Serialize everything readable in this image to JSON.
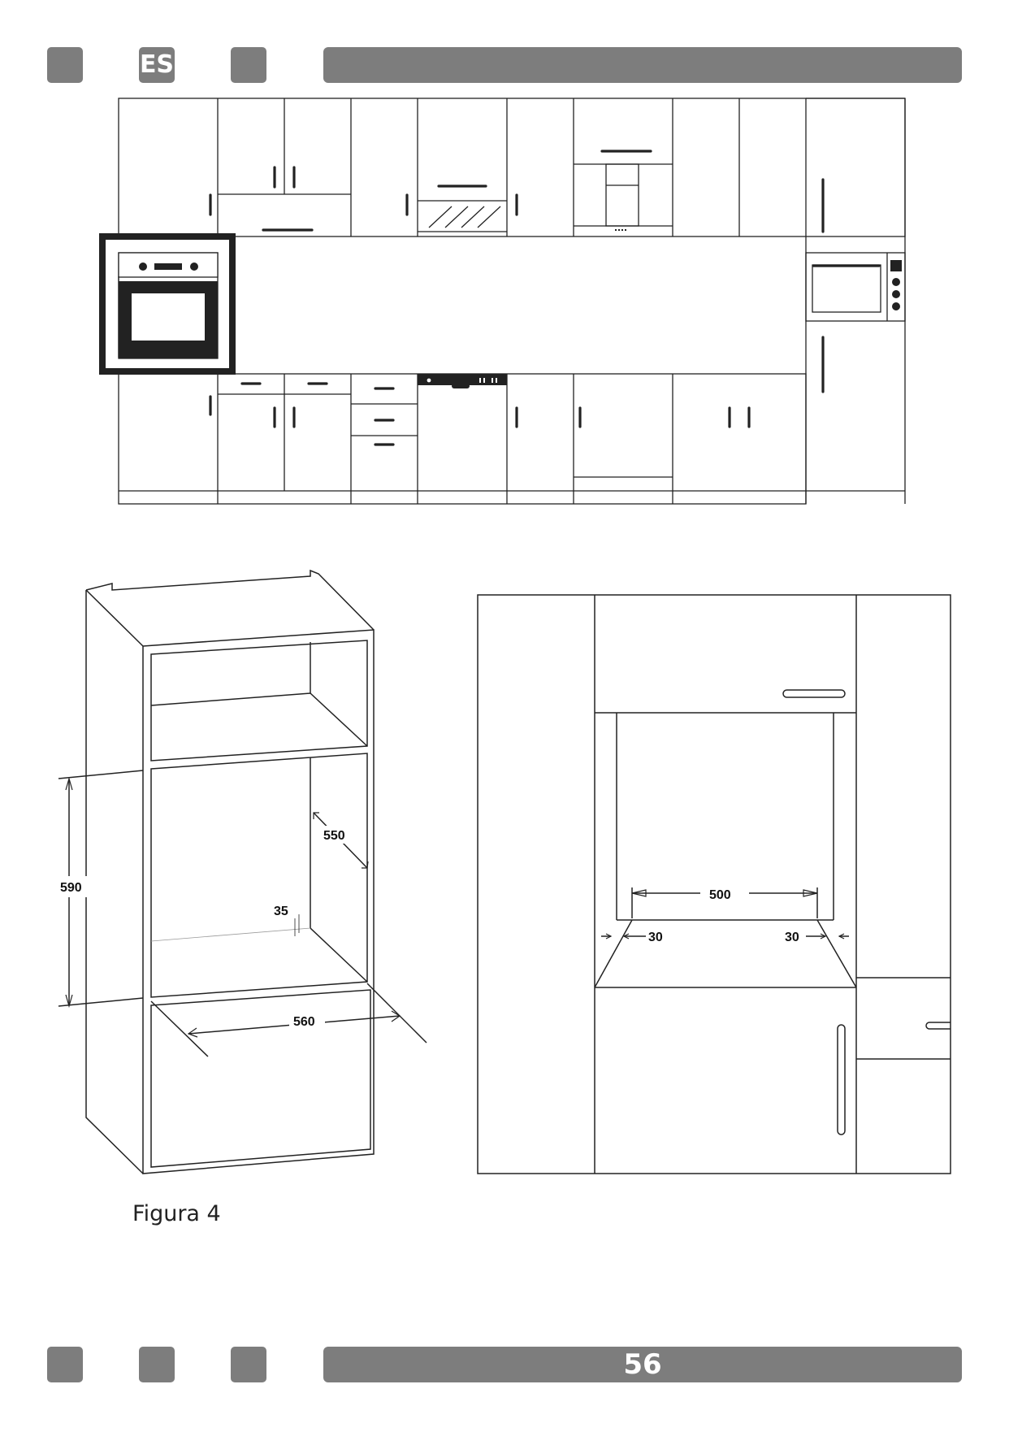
{
  "header": {
    "language_code": "ES"
  },
  "figure": {
    "caption": "Figura 4",
    "dimensions": {
      "height": "590",
      "depth": "550",
      "gap": "35",
      "width": "560",
      "inner_width": "500",
      "side_left": "30",
      "side_right": "30"
    }
  },
  "footer": {
    "page_number": "56"
  },
  "colors": {
    "header_gray": "#7d7d7d",
    "line": "#222222"
  }
}
